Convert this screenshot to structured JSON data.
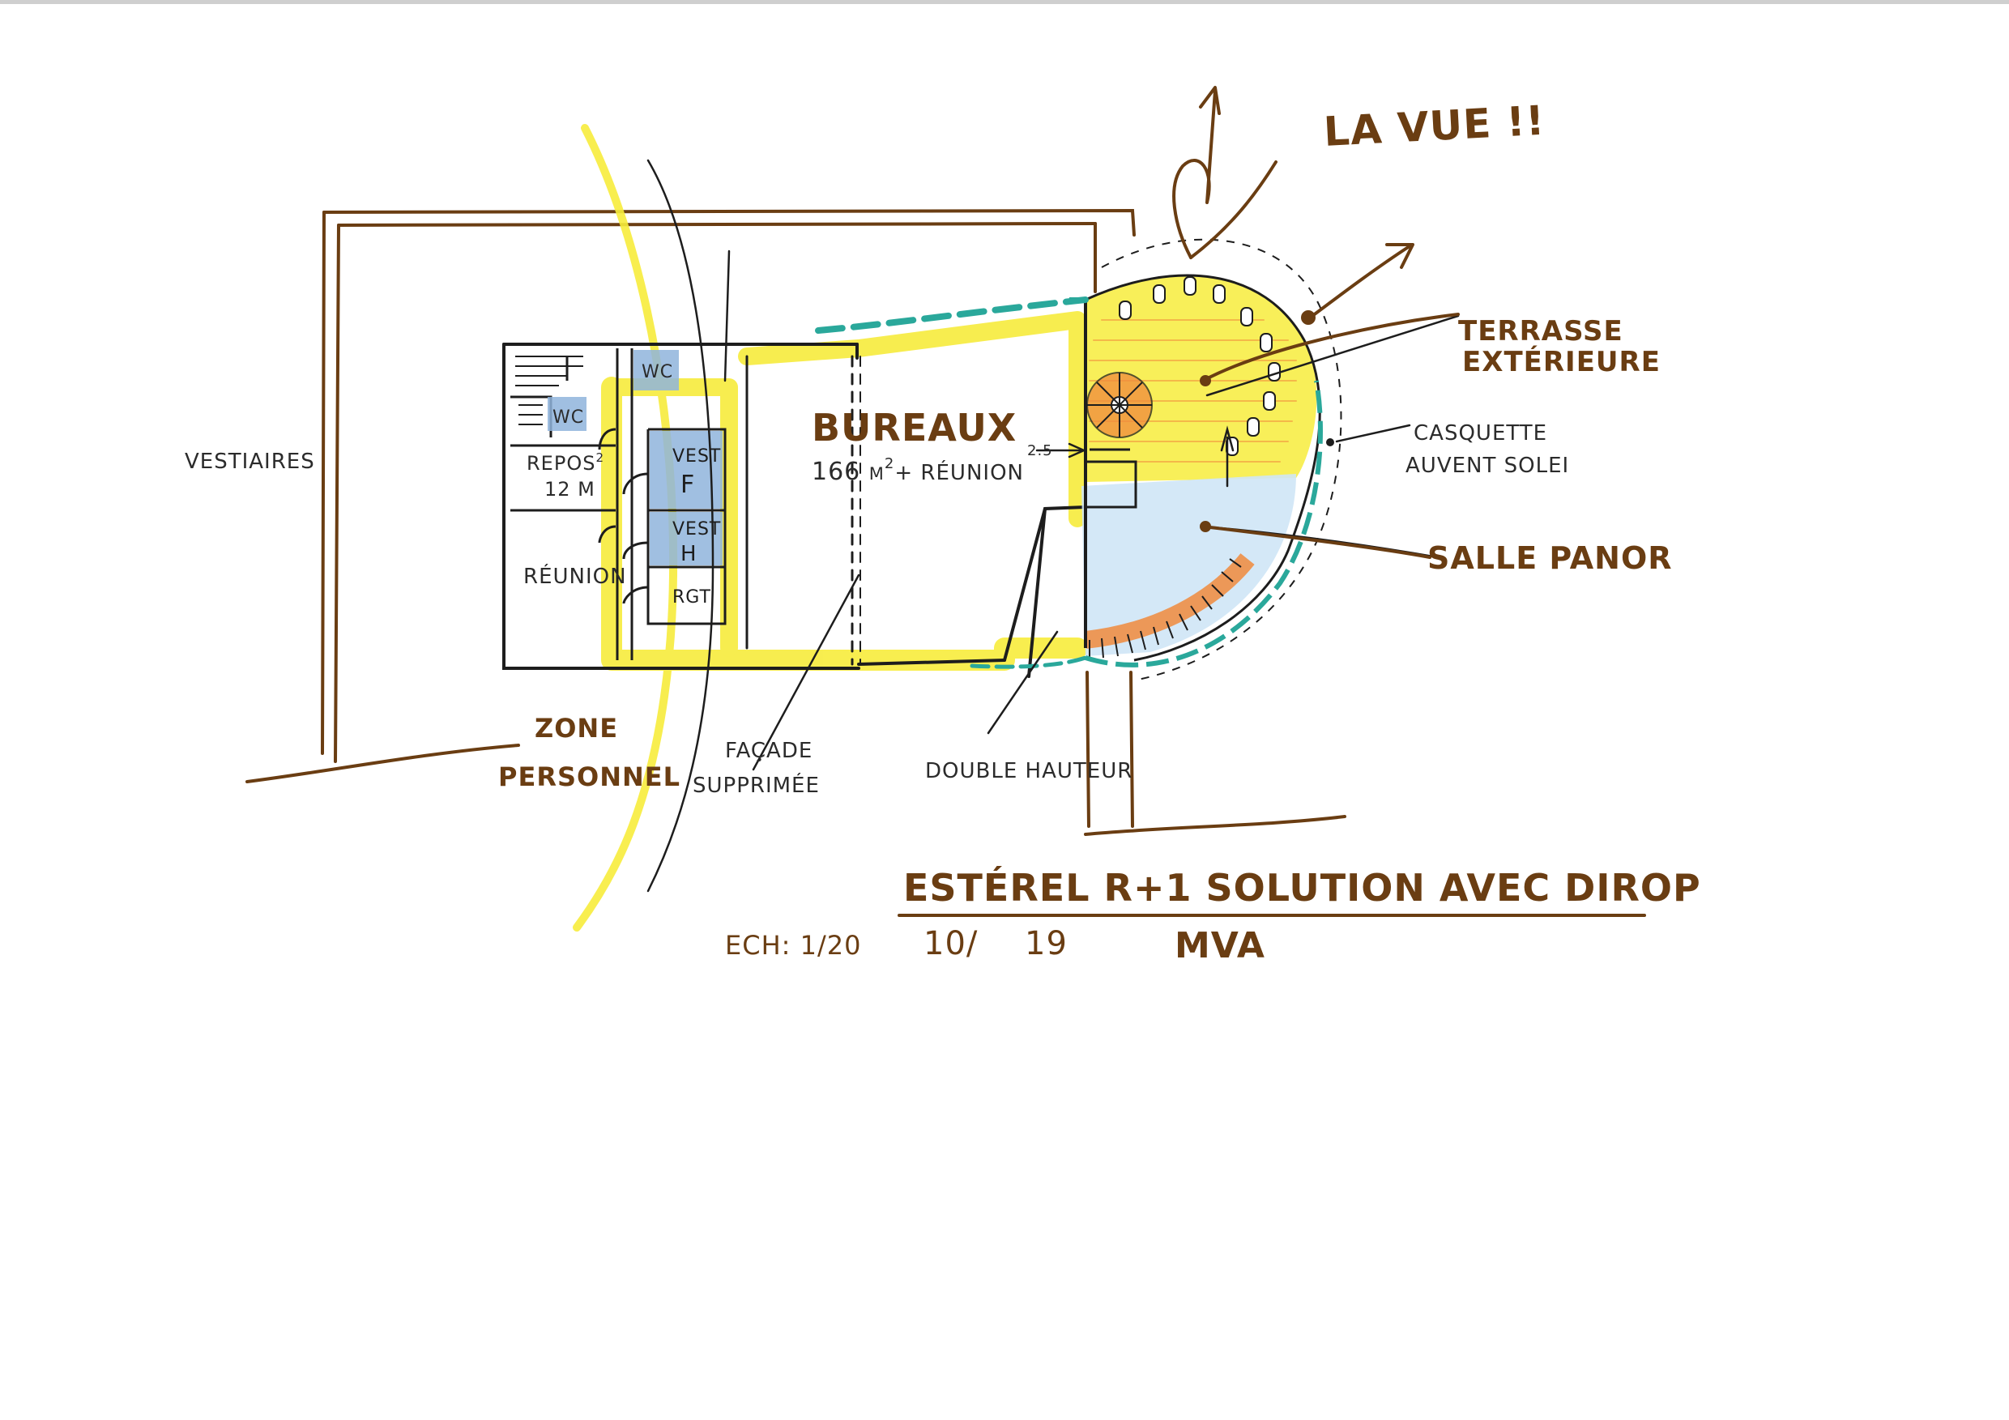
{
  "labels": {
    "la_vue": "LA VUE !!",
    "terrasse_1": "TERRASSE",
    "terrasse_2": "EXTÉRIEURE",
    "casquette_1": "CASQUETTE",
    "casquette_2": "AUVENT SOLEI",
    "salle_panor": "SALLE PANOR",
    "vestiaires": "VESTIAIRES",
    "bureaux": "BUREAUX",
    "bureaux_area_num": "166 m",
    "bureaux_area_exp": "2",
    "bureaux_area_rest": "+ RÉUNION",
    "wc_top": "WC",
    "wc_left": "WC",
    "repos_1": "REPOS",
    "repos_exp": "2",
    "repos_2": "12 M",
    "reunion": "RÉUNION",
    "vest_f_1": "VEST",
    "vest_f_2": "F",
    "vest_h_1": "VEST",
    "vest_h_2": "H",
    "rgt": "RGT",
    "level": "2.5",
    "zone_1": "ZONE",
    "zone_2": "PERSONNEL",
    "facade_1": "FAÇADE",
    "facade_2": "SUPPRIMÉE",
    "double_hauteur": "DOUBLE HAUTEUR"
  },
  "title_block": {
    "title": "ESTÉREL R+1   SOLUTION AVEC DIROP",
    "scale": "ECH: 1/20",
    "date_month": "10/",
    "date_year": "19",
    "author": "MVA"
  },
  "colors": {
    "paper": "#ffffff",
    "ink_brown": "#6a3d12",
    "ink_black": "#1d1d1d",
    "yellow_highlight": "#f7ec3c",
    "blue_wash": "#8fb4dc",
    "light_blue_wash": "#cfe6f6",
    "orange_stair": "#f08a3c",
    "teal_glazing": "#2aa89b"
  }
}
